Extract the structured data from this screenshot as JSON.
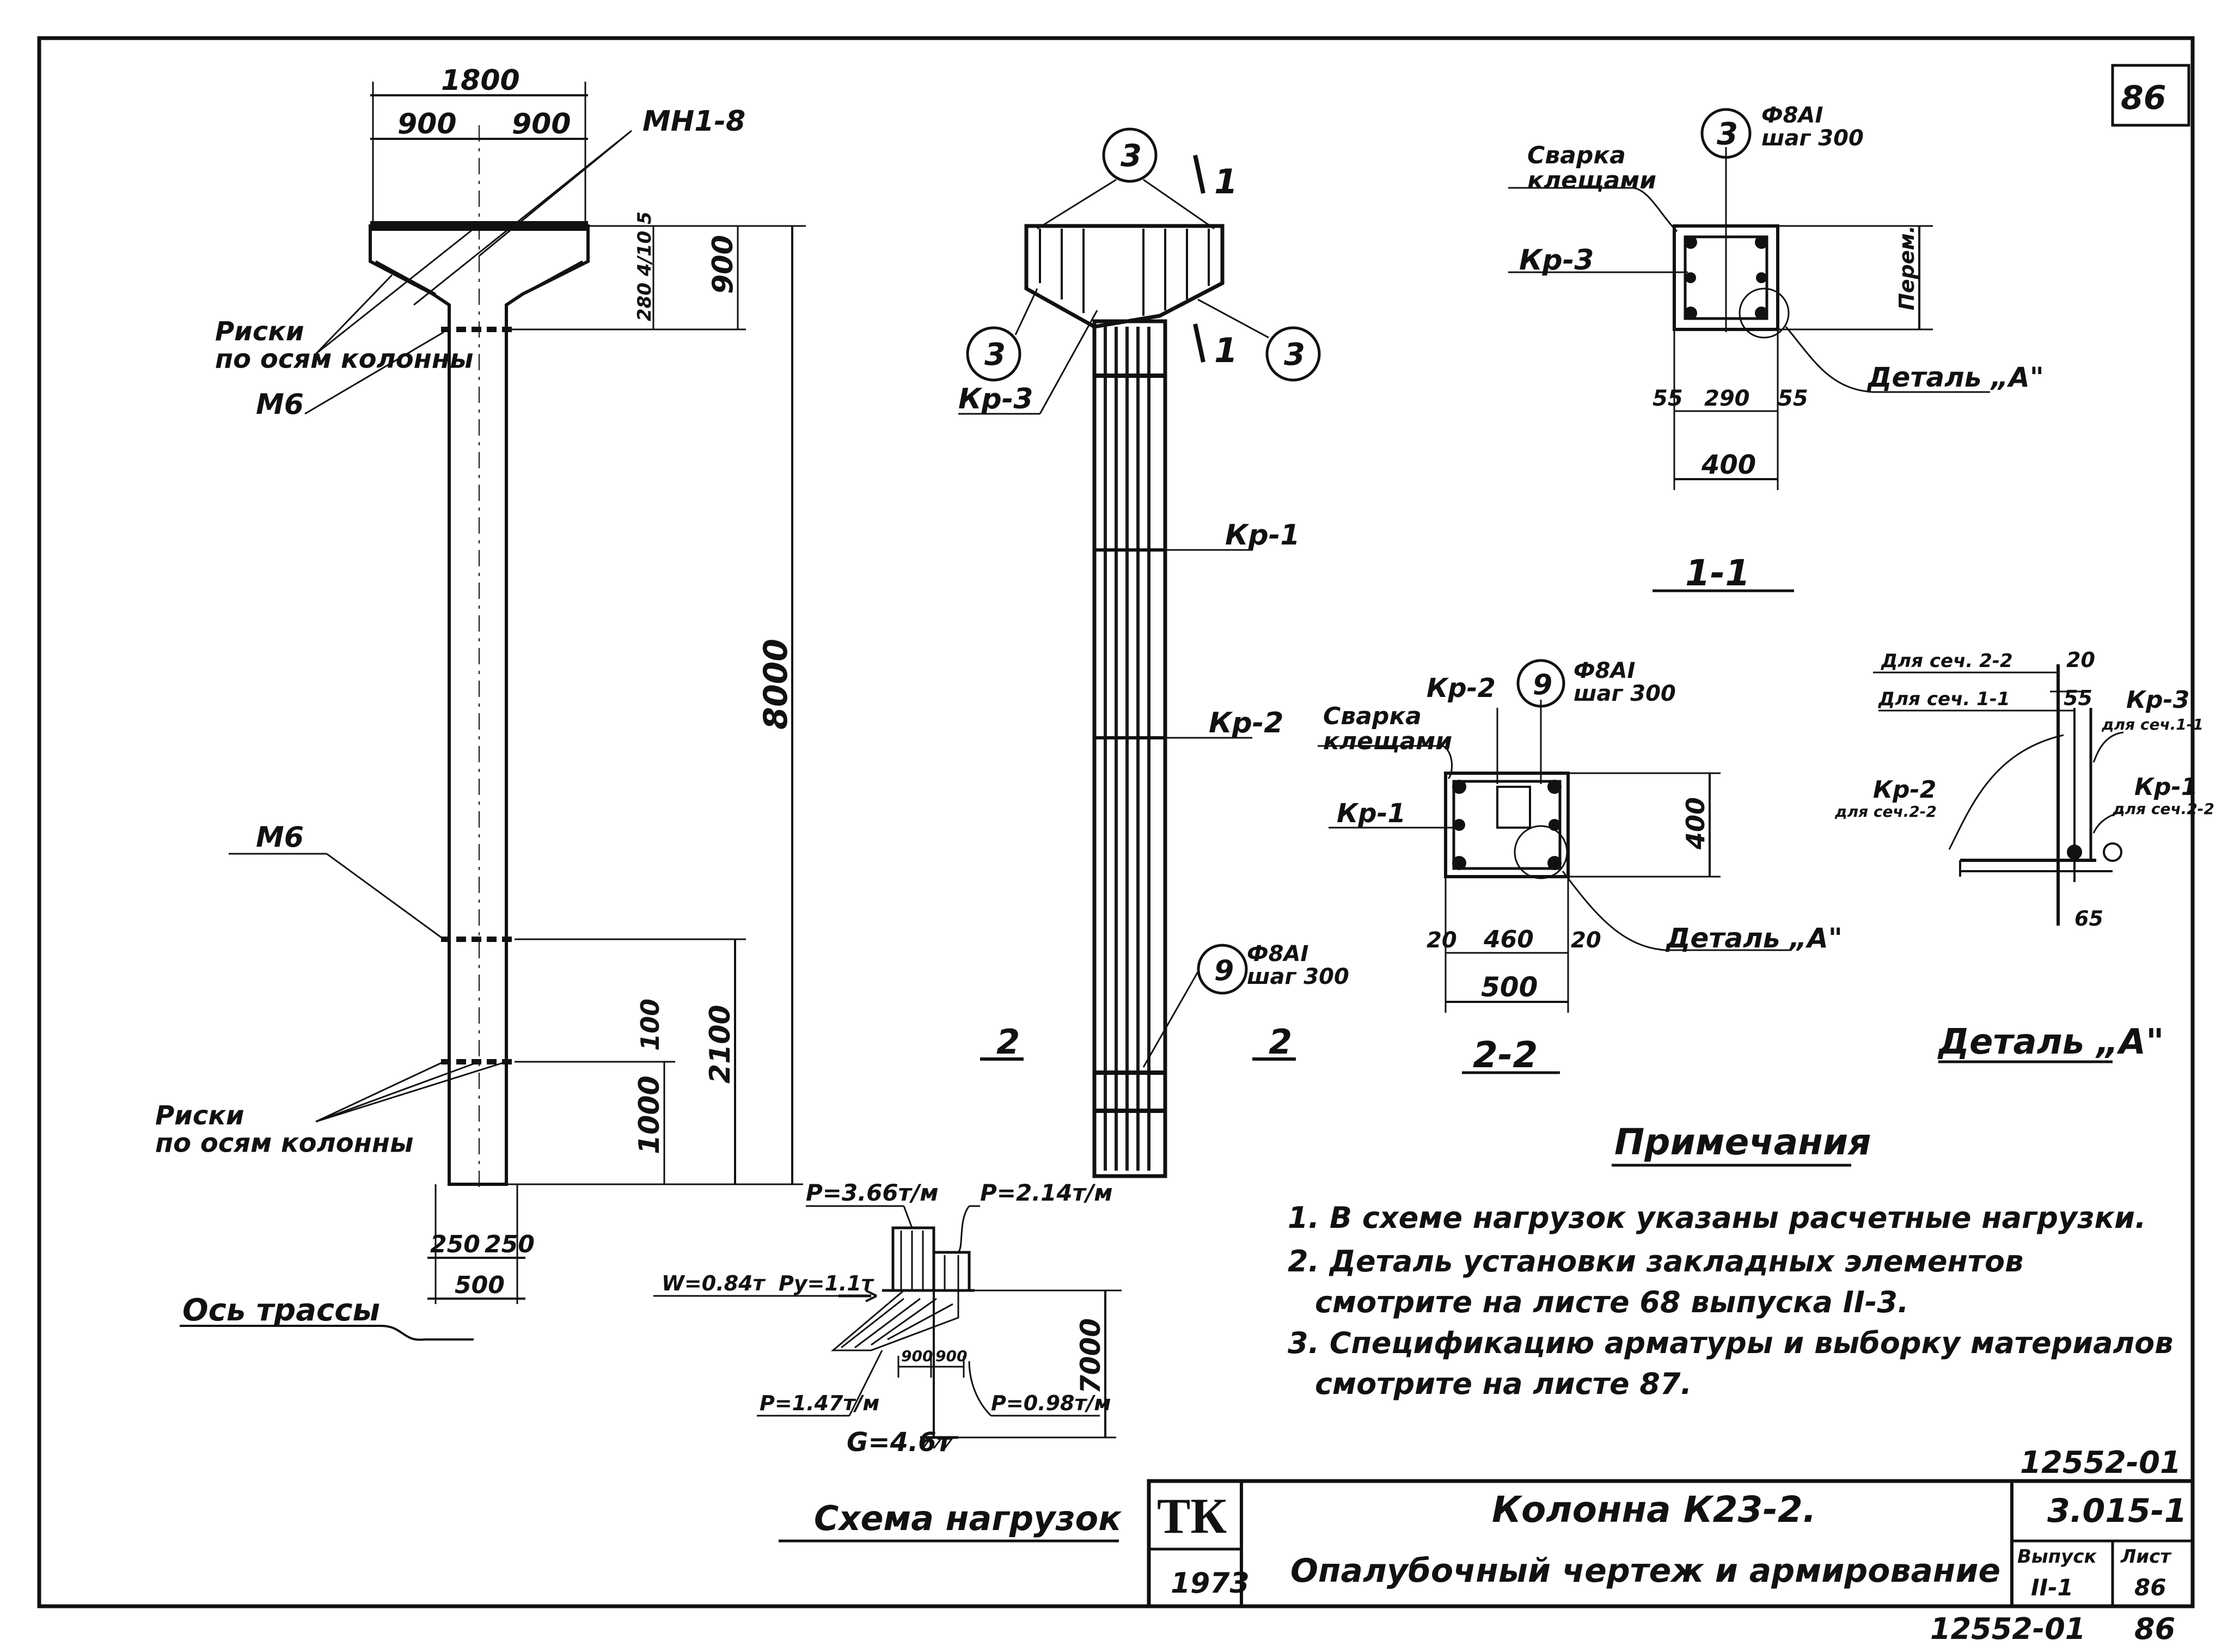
{
  "sheet": {
    "corner_sheet_no": "86",
    "bottom_archive": "12552-01",
    "bottom_sheet": "86"
  },
  "elevation": {
    "dim_total_width": "1800",
    "dim_half_left": "900",
    "dim_half_right": "900",
    "embedded_top": "МН1-8",
    "dim_head_height": "900",
    "dim_head_small": "280 4/10 5",
    "dim_shaft_height": "8000",
    "marks_axes_top": "Риски\nпо осям колонны",
    "m6_top": "М6",
    "m6_mid": "М6",
    "dim_lower_a": "100",
    "dim_lower_b": "2100",
    "dim_lower_c": "1000",
    "marks_axes_bottom": "Риски\nпо осям колонны",
    "dim_base_left": "250",
    "dim_base_right": "250",
    "dim_base_width": "500",
    "track_axis": "Ось трассы"
  },
  "reinforcement": {
    "callout_top": "3",
    "callout_left": "3",
    "callout_right": "3",
    "callout_bottom": "9",
    "section_mark_top": "1",
    "section_mark_bottom": "1",
    "cage_kp3": "Кр-3",
    "cage_kp1": "Кр-1",
    "cage_kp2": "Кр-2",
    "bar_note": "Ф8АI\nшаг 300",
    "section_mark_left": "2",
    "section_mark_right": "2"
  },
  "section_1_1": {
    "callout": "3",
    "bar_note": "Ф8АI\nшаг 300",
    "weld_note": "Сварка\nклещами",
    "cage": "Кр-3",
    "height_label": "Перем.",
    "dim_left": "55",
    "dim_mid": "290",
    "dim_right": "55",
    "dim_total": "400",
    "detail_ref": "Деталь „А\"",
    "title": "1-1"
  },
  "section_2_2": {
    "cage_kp2": "Кр-2",
    "callout": "9",
    "bar_note": "Ф8АI\nшаг 300",
    "weld_note": "Сварка\nклещами",
    "cage_kp1": "Кр-1",
    "dim_height": "400",
    "dim_left": "20",
    "dim_mid": "460",
    "dim_right": "20",
    "dim_total": "500",
    "detail_ref": "Деталь „А\"",
    "title": "2-2"
  },
  "detail_a": {
    "sec22": "Для сеч. 2-2",
    "sec11": "Для сеч. 1-1",
    "dim_top": "20",
    "dim_mid": "55",
    "kp3": "Кр-3",
    "kp3_sub": "для сеч.1-1",
    "kp2": "Кр-2",
    "kp2_sub": "для сеч.2-2",
    "kp1": "Кр-1",
    "kp1_sub": "для сеч.2-2",
    "dim_bottom": "65",
    "title": "Деталь „А\""
  },
  "load_scheme": {
    "p_left": "P=3.66т/м",
    "p_right": "P=2.14т/м",
    "w": "W=0.84т",
    "py": "Py=1.1т",
    "dim_a": "900",
    "dim_b": "900",
    "height": "7000",
    "p_low_left": "P=1.47т/м",
    "p_low_right": "P=0.98т/м",
    "g": "G=4.6т",
    "title": "Схема нагрузок"
  },
  "notes": {
    "heading": "Примечания",
    "line1": "1. В схеме нагрузок указаны расчетные нагрузки.",
    "line2": "2. Деталь установки закладных элементов",
    "line3": "смотрите на листе 68 выпуска II-3.",
    "line4": "3. Спецификацию арматуры и выборку материалов",
    "line5": "смотрите на листе 87."
  },
  "title_block": {
    "code_top": "12552-01",
    "tk": "ТК",
    "year": "1973",
    "title1": "Колонна К23-2.",
    "title2": "Опалубочный чертеж и армирование",
    "series": "3.015-1",
    "issue_label": "Выпуск",
    "issue": "II-1",
    "sheet_label": "Лист",
    "sheet": "86"
  }
}
